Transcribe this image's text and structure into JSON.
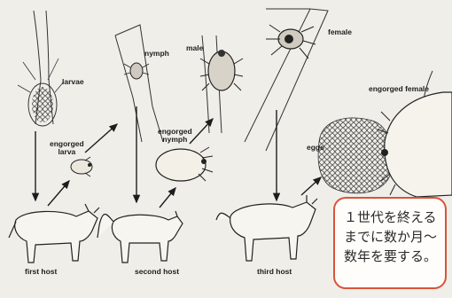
{
  "labels": {
    "larvae": "larvae",
    "nymph": "nymph",
    "male": "male",
    "female": "female",
    "engorged_female": "engorged female",
    "engorged_larva": [
      "engorged",
      "larva"
    ],
    "engorged_nymph": [
      "engorged",
      "nymph"
    ],
    "eggs": "eggs",
    "first_host": "first host",
    "second_host": "second host",
    "third_host": "third host"
  },
  "note": {
    "lines": [
      "１世代を終える",
      "までに数か月～",
      "数年を要する。"
    ]
  },
  "colors": {
    "background": "#f0eee9",
    "ink": "#1d1d1d",
    "note_border": "#d9533a",
    "note_text": "#2a2a2a"
  }
}
